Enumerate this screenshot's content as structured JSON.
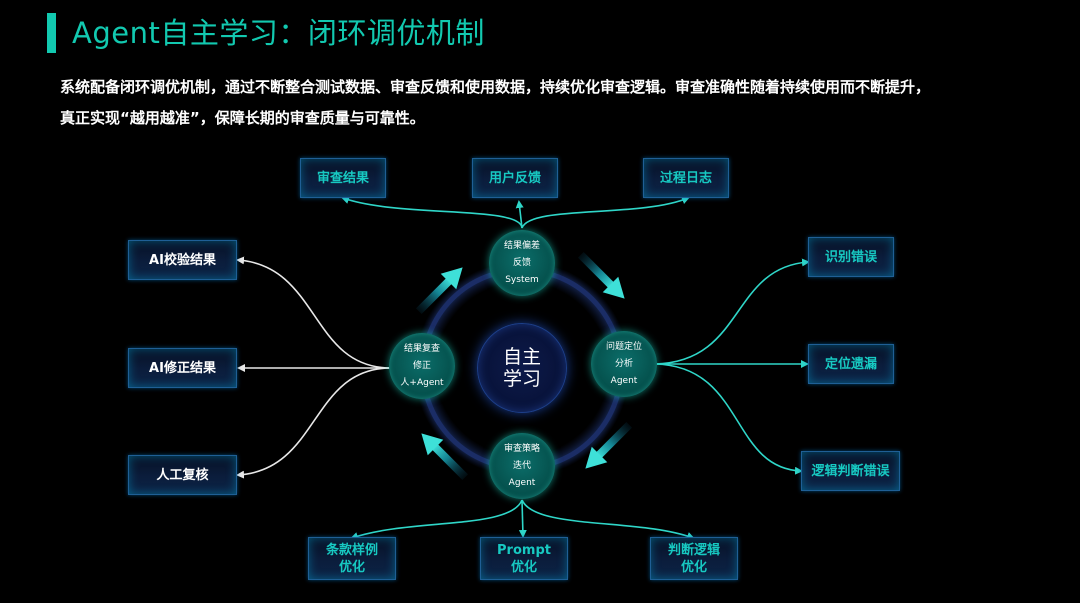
{
  "header": {
    "title": "Agent自主学习：闭环调优机制",
    "desc_line1": "系统配备闭环调优机制，通过不断整合测试数据、审查反馈和使用数据，持续优化审查逻辑。审查准确性随着持续使用而不断提升，",
    "desc_line2": "真正实现“越用越准”，保障长期的审查质量与可靠性。"
  },
  "center": {
    "line1": "自主",
    "line2": "学习"
  },
  "nodes": {
    "top": {
      "l1": "结果偏差",
      "l2": "反馈",
      "l3": "System"
    },
    "right": {
      "l1": "问题定位",
      "l2": "分析",
      "l3": "Agent"
    },
    "bottom": {
      "l1": "审查策略",
      "l2": "迭代",
      "l3": "Agent"
    },
    "left": {
      "l1": "结果复查",
      "l2": "修正",
      "l3": "人+Agent"
    }
  },
  "top_boxes": [
    "审查结果",
    "用户反馈",
    "过程日志"
  ],
  "right_boxes": [
    "识别错误",
    "定位遗漏",
    "逻辑判断错误"
  ],
  "left_boxes": [
    "AI校验结果",
    "AI修正结果",
    "人工复核"
  ],
  "bottom_boxes": [
    {
      "l1": "条款样例",
      "l2": "优化"
    },
    {
      "l1": "Prompt",
      "l2": "优化"
    },
    {
      "l1": "判断逻辑",
      "l2": "优化"
    }
  ],
  "colors": {
    "accent": "#12c9b0",
    "node_fill": "#05504c",
    "connector": "#2fd6c8",
    "box_border": "#1f5f95"
  }
}
